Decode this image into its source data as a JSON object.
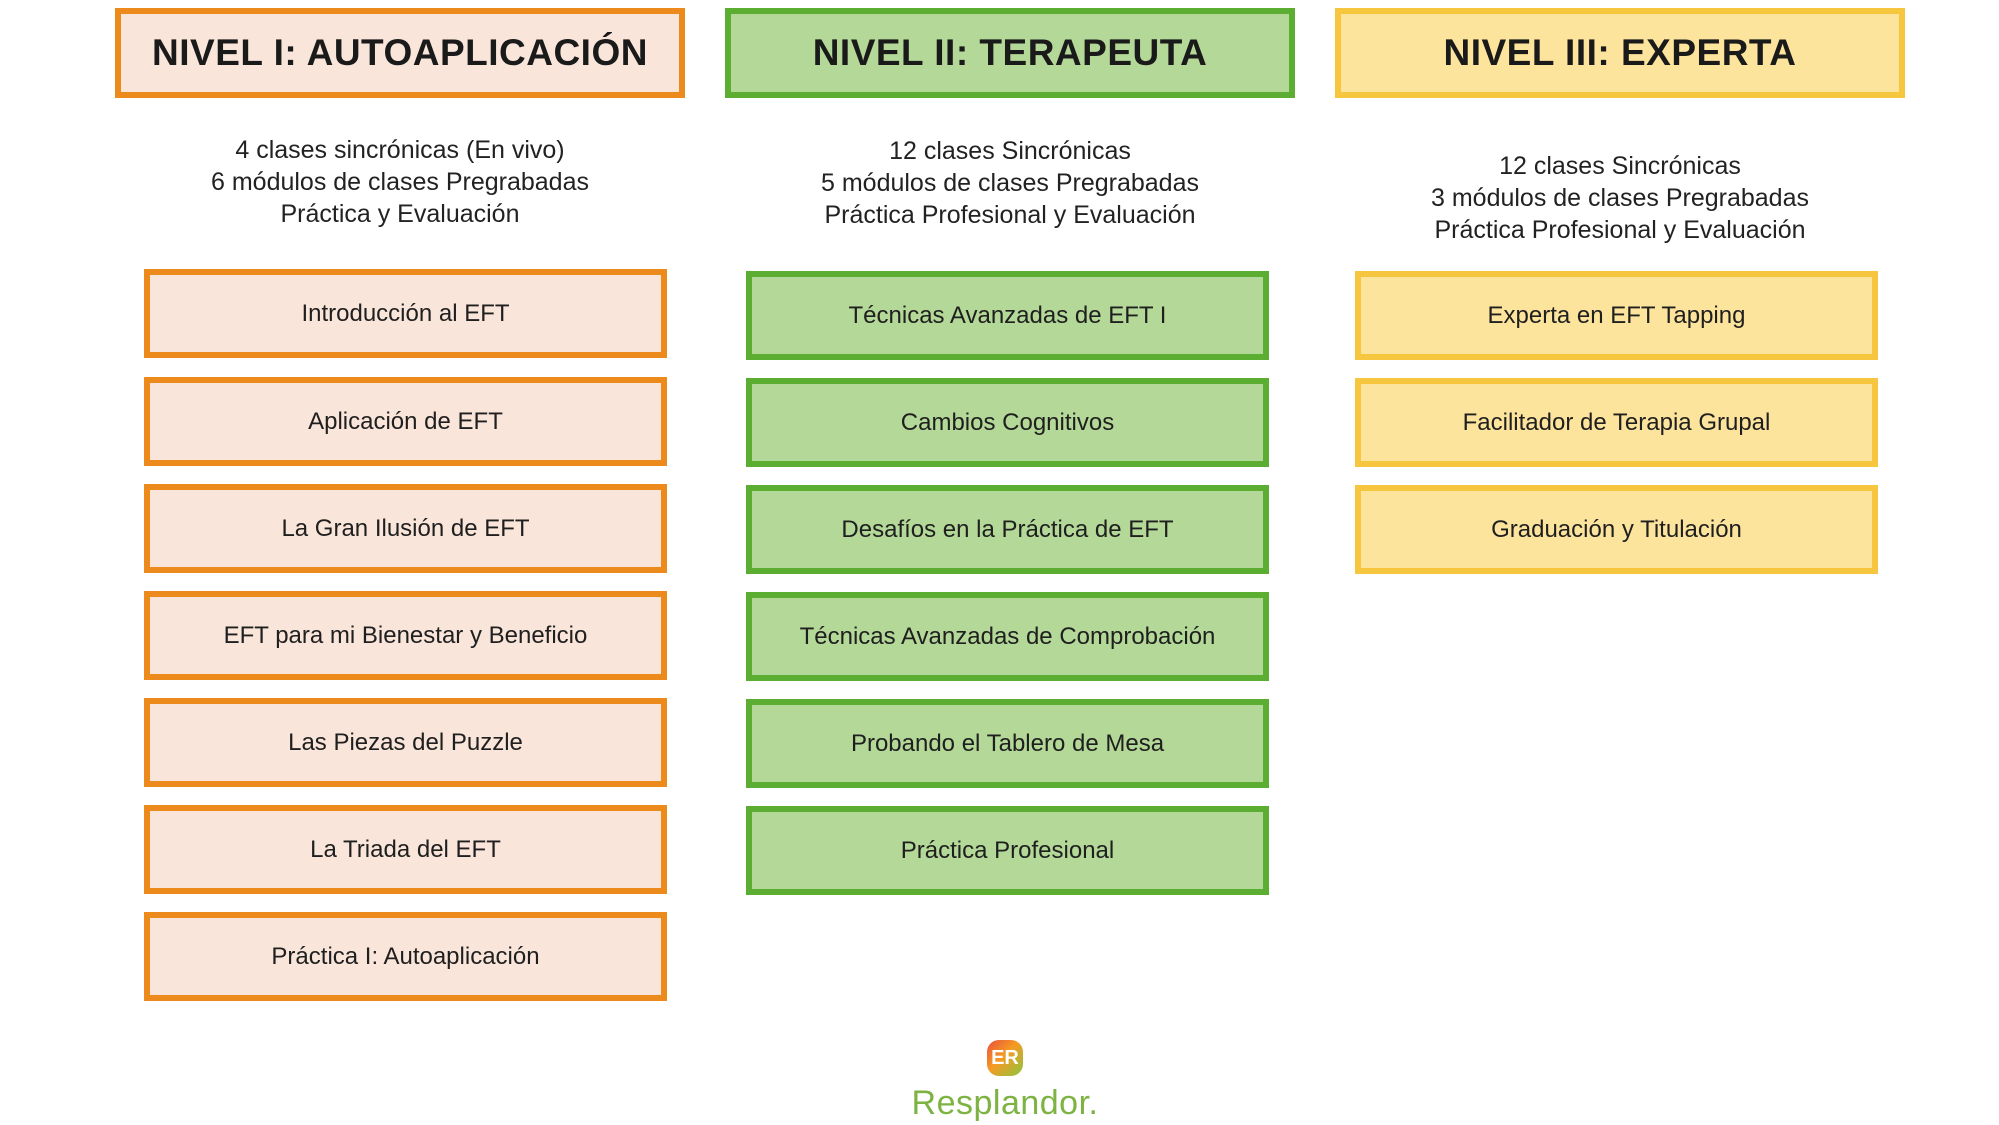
{
  "levels": [
    {
      "title": "NIVEL I: AUTOAPLICACIÓN",
      "description": [
        "4 clases sincrónicas (En vivo)",
        "6 módulos de clases Pregrabadas",
        "Práctica y Evaluación"
      ],
      "modules": [
        "Introducción al EFT",
        "Aplicación de EFT",
        "La Gran Ilusión de EFT",
        "EFT para mi Bienestar y Beneficio",
        "Las Piezas del Puzzle",
        "La Triada del EFT",
        "Práctica I: Autoaplicación"
      ],
      "color": "#ec8a1c"
    },
    {
      "title": "NIVEL II: TERAPEUTA",
      "description": [
        "12 clases Sincrónicas",
        "5 módulos de clases Pregrabadas",
        "Práctica Profesional y Evaluación"
      ],
      "modules": [
        "Técnicas Avanzadas de EFT I",
        "Cambios Cognitivos",
        "Desafíos en la Práctica de EFT",
        "Técnicas Avanzadas de Comprobación",
        "Probando el Tablero de Mesa",
        "Práctica Profesional"
      ],
      "color": "#5cae33"
    },
    {
      "title": "NIVEL III: EXPERTA",
      "description": [
        "12 clases Sincrónicas",
        "3 módulos de clases Pregrabadas",
        "Práctica Profesional y Evaluación"
      ],
      "modules": [
        "Experta en EFT Tapping",
        "Facilitador de Terapia Grupal",
        "Graduación y Titulación"
      ],
      "color": "#f6c73e"
    }
  ],
  "logo": {
    "mark": "ER",
    "text": "Resplandor."
  }
}
